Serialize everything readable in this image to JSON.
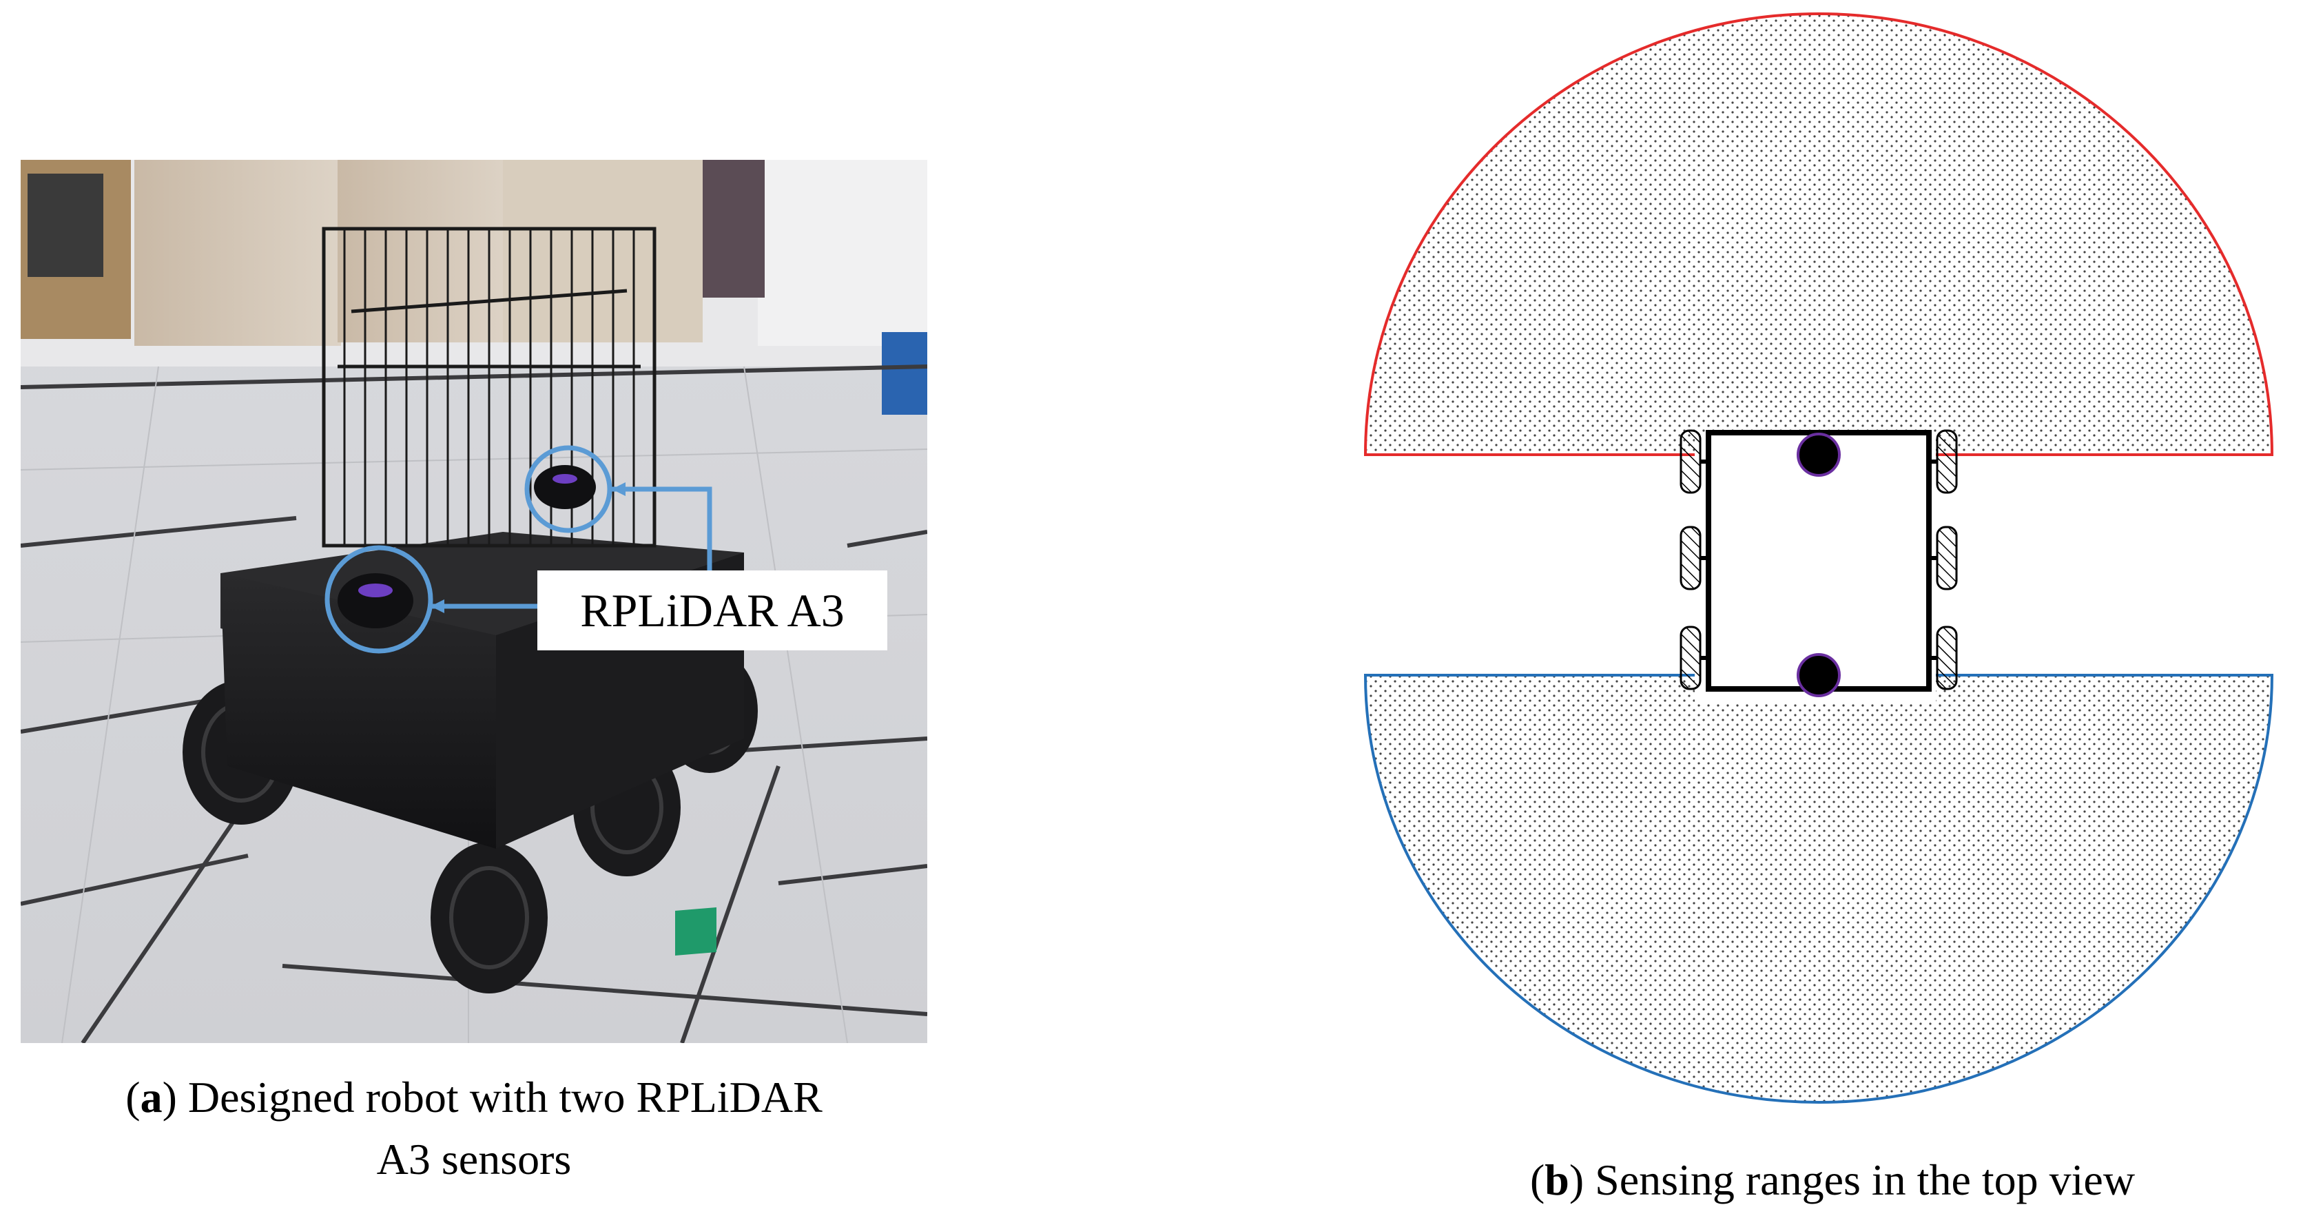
{
  "figure": {
    "panel_a": {
      "callout_label": "RPLiDAR A3",
      "caption_letter": "a",
      "caption_line1": "Designed robot with two RPLiDAR",
      "caption_line2": "A3 sensors"
    },
    "panel_b": {
      "caption_letter": "b",
      "caption_text": "Sensing ranges in the top view"
    }
  },
  "colors": {
    "front_range_outline": "#e52b2b",
    "rear_range_outline": "#2470b8",
    "callout_line": "#5b9bd5",
    "robot_frame": "#000000",
    "sensor_fill": "#000000",
    "sensor_ring": "#6a2fa0",
    "fill_dots": "#444444"
  },
  "icons": {
    "wheels": "hatched-wheel",
    "sensors": "lidar-dot"
  }
}
